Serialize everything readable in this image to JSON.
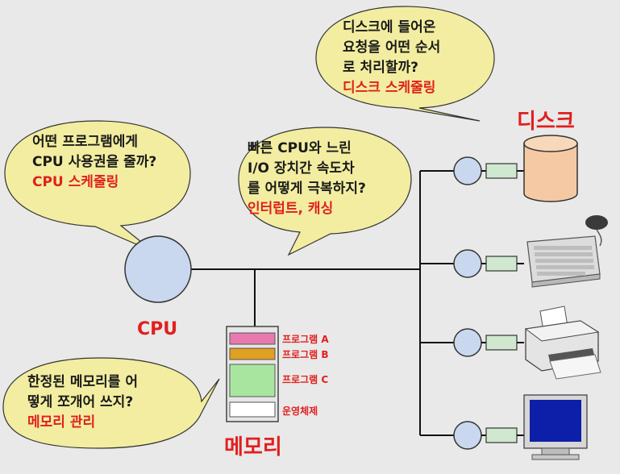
{
  "bubbles": {
    "disk": {
      "lines": [
        "디스크에 들어온",
        "요청을 어떤 순서",
        "로 처리할까?"
      ],
      "answer": "디스크 스케줄링"
    },
    "cpu": {
      "lines": [
        "어떤 프로그램에게",
        "CPU 사용권을 줄까?"
      ],
      "answer": "CPU 스케줄링"
    },
    "io": {
      "lines": [
        "빠른 CPU와 느린",
        "I/O 장치간 속도차",
        "를 어떻게 극복하지?"
      ],
      "answer": "인터럽트, 캐싱"
    },
    "memory": {
      "lines": [
        "한정된 메모리를 어",
        "떻게 쪼개어 쓰지?"
      ],
      "answer": "메모리 관리"
    }
  },
  "labels": {
    "cpu": "CPU",
    "disk": "디스크",
    "memory": "메모리"
  },
  "memory_blocks": [
    {
      "label": "프로그램 A",
      "color": "#e87ab0"
    },
    {
      "label": "프로그램 B",
      "color": "#e0a020"
    },
    {
      "label": "프로그램 C",
      "color": "#a8e6a0"
    },
    {
      "label": "운영체제",
      "color": "#ffffff"
    }
  ],
  "colors": {
    "bubble": "#f2eda0",
    "node": "#c9d8ee",
    "connector": "#cfe8cf",
    "accent": "#e0201e"
  },
  "devices": [
    "disk-icon",
    "keyboard-icon",
    "printer-icon",
    "monitor-icon"
  ]
}
